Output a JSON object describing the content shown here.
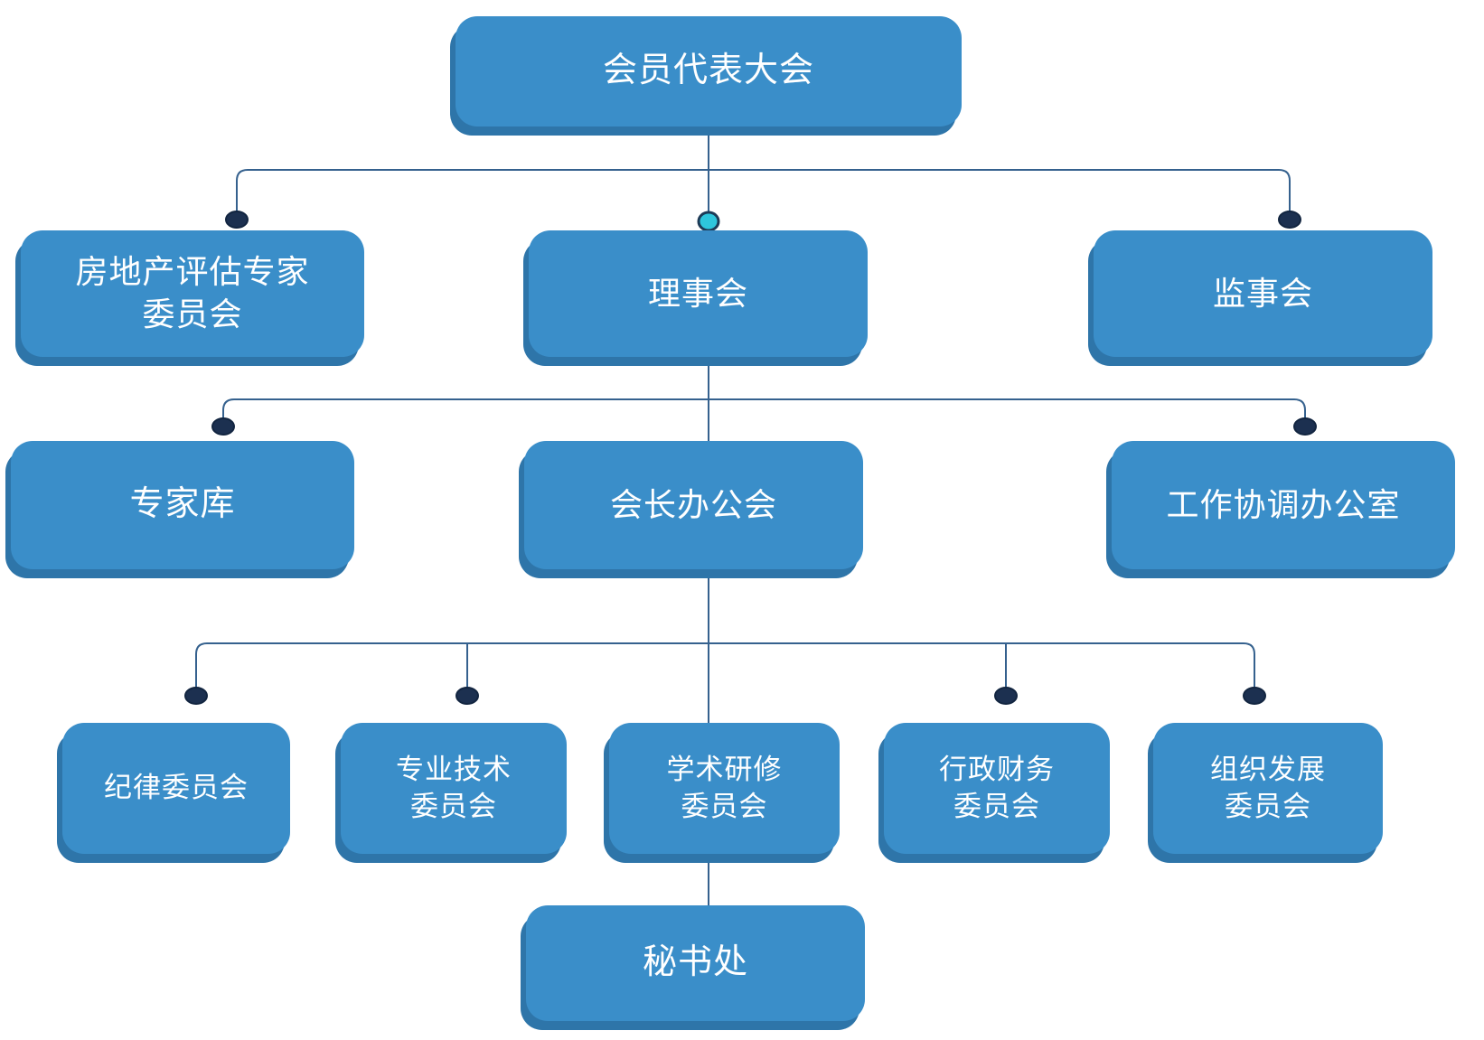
{
  "diagram": {
    "type": "org-chart",
    "language": "zh-CN",
    "nodes": {
      "member_assembly": {
        "label": "会员代表大会",
        "level": 1
      },
      "appraisal_expert_committee": {
        "label": "房地产评估专家\n委员会",
        "level": 2
      },
      "council": {
        "label": "理事会",
        "level": 2
      },
      "supervisory_board": {
        "label": "监事会",
        "level": 2
      },
      "expert_pool": {
        "label": "专家库",
        "level": 3
      },
      "president_office": {
        "label": "会长办公会",
        "level": 3
      },
      "coordination_office": {
        "label": "工作协调办公室",
        "level": 3
      },
      "discipline_committee": {
        "label": "纪律委员会",
        "level": 4
      },
      "tech_committee": {
        "label": "专业技术\n委员会",
        "level": 4
      },
      "academic_committee": {
        "label": "学术研修\n委员会",
        "level": 4
      },
      "finance_committee": {
        "label": "行政财务\n委员会",
        "level": 4
      },
      "org_dev_committee": {
        "label": "组织发展\n委员会",
        "level": 4
      },
      "secretariat": {
        "label": "秘书处",
        "level": 5
      }
    },
    "edges": [
      {
        "from": "member_assembly",
        "to": "appraisal_expert_committee",
        "terminal": "navy-dot"
      },
      {
        "from": "member_assembly",
        "to": "council",
        "terminal": "teal-dot"
      },
      {
        "from": "member_assembly",
        "to": "supervisory_board",
        "terminal": "navy-dot"
      },
      {
        "from": "council",
        "to": "expert_pool",
        "terminal": "navy-dot"
      },
      {
        "from": "council",
        "to": "president_office",
        "terminal": "none"
      },
      {
        "from": "council",
        "to": "coordination_office",
        "terminal": "navy-dot"
      },
      {
        "from": "president_office",
        "to": "discipline_committee",
        "terminal": "navy-dot"
      },
      {
        "from": "president_office",
        "to": "tech_committee",
        "terminal": "navy-dot"
      },
      {
        "from": "president_office",
        "to": "academic_committee",
        "terminal": "none"
      },
      {
        "from": "president_office",
        "to": "finance_committee",
        "terminal": "navy-dot"
      },
      {
        "from": "president_office",
        "to": "org_dev_committee",
        "terminal": "navy-dot"
      },
      {
        "from": "academic_committee",
        "to": "secretariat",
        "terminal": "none"
      }
    ],
    "colors": {
      "box_fill": "#3a8ec9",
      "box_shadow": "#2e75a9",
      "connector_line": "#35618e",
      "node_dot_fill": "#1c3050",
      "root_dot_fill": "#2ec6dc",
      "text": "#ffffff",
      "background": "#ffffff"
    }
  }
}
